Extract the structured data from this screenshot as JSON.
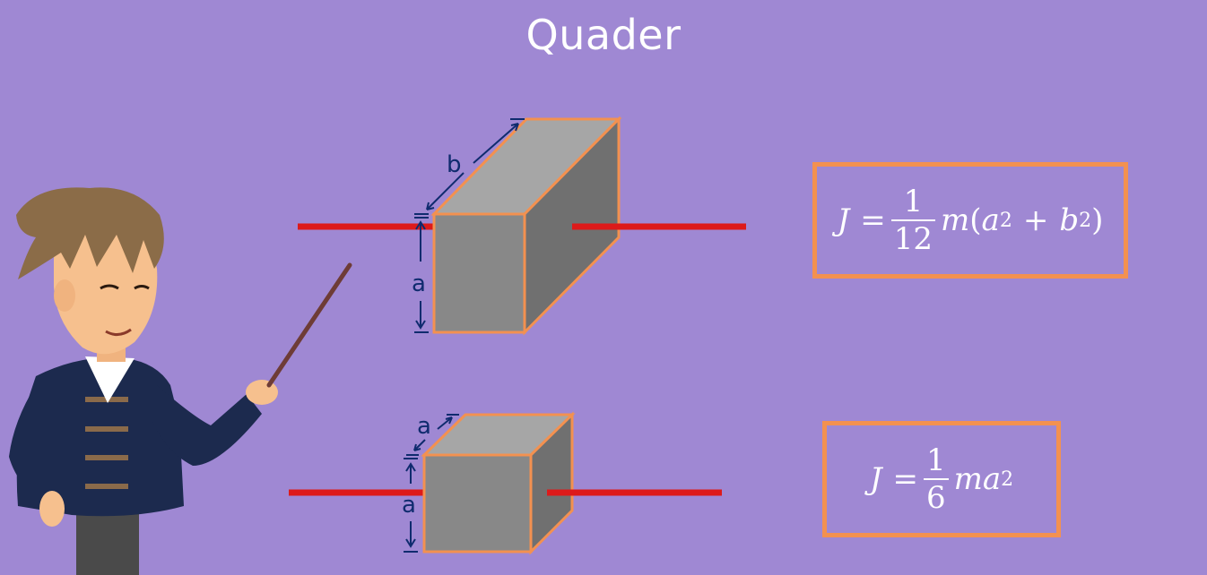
{
  "title": "Quader",
  "dimensions": {
    "top_width": "b",
    "top_height": "a",
    "bottom_depth": "a",
    "bottom_height": "a"
  },
  "formulas": {
    "top": {
      "lhs": "J",
      "eq": "=",
      "num": "1",
      "den": "12",
      "m": "m",
      "open": "(",
      "a": "a",
      "exp1": "2",
      "plus": "+",
      "b": "b",
      "exp2": "2",
      "close": ")"
    },
    "bottom": {
      "lhs": "J",
      "eq": "=",
      "num": "1",
      "den": "6",
      "m": "m",
      "a": "a",
      "exp": "2"
    }
  },
  "colors": {
    "background": "#9f88d3",
    "axis": "#dd1a1a",
    "box_outline": "#f39150",
    "dimension": "#0f2b6e"
  }
}
